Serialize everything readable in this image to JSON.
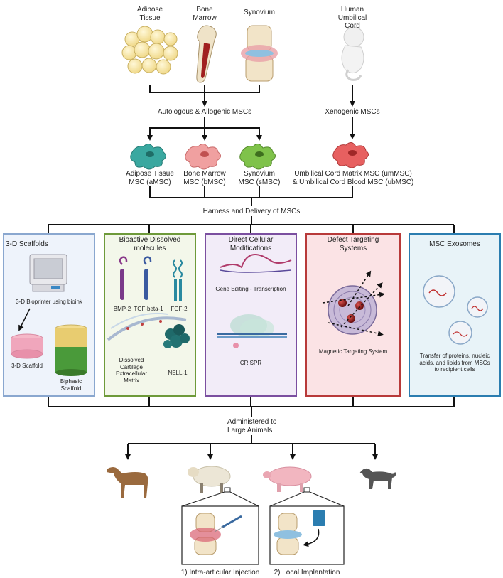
{
  "sources": {
    "adipose": "Adipose\nTissue",
    "bone_marrow": "Bone\nMarrow",
    "synovium": "Synovium",
    "umbilical": "Human\nUmbilical\nCord"
  },
  "groups": {
    "autologous": "Autologous & Allogenic MSCs",
    "xenogenic": "Xenogenic MSCs"
  },
  "cells": {
    "amsc": "Adipose Tissue\nMSC (aMSC)",
    "bmsc": "Bone Marrow\nMSC (bMSC)",
    "smsc": "Synovium\nMSC (sMSC)",
    "umsc": "Umbilical Cord Matrix MSC (umMSC)\n& Umbilical Cord Blood MSC (ubMSC)"
  },
  "harness": "Harness and Delivery of MSCs",
  "categories": {
    "scaffolds": "3-D Scaffolds",
    "bioactive": "Bioactive Dissolved\nmolecules",
    "direct": "Direct Cellular\nModifications",
    "defect": "Defect Targeting\nSystems",
    "exosomes": "MSC Exosomes"
  },
  "panel_labels": {
    "bioprinter": "3-D Bioprinter using bioink",
    "scaffold": "3-D Scaffold",
    "biphasic": "Biphasic\nScaffold",
    "bmp2": "BMP-2",
    "tgf": "TGF-beta-1",
    "fgf2": "FGF-2",
    "cartilage": "Dissolved\nCartilage\nExtracellular\nMatrix",
    "nell": "NELL-1",
    "gene_editing": "Gene Editing - Transcription",
    "crispr": "CRISPR",
    "magnetic": "Magnetic Targeting System",
    "transfer": "Transfer of proteins, nucleic\nacids, and lipids from MSCs\nto recipient cells"
  },
  "administered": "Administered to\nLarge Animals",
  "methods": {
    "injection": "1) Intra-articular Injection",
    "implantation": "2) Local Implantation"
  },
  "colors": {
    "scaffold_panel": "#8aa7cf",
    "bioactive_panel": "#6e9a3a",
    "direct_panel": "#7b4fa0",
    "defect_panel": "#b83a3a",
    "exosome_panel": "#2b7db0"
  }
}
